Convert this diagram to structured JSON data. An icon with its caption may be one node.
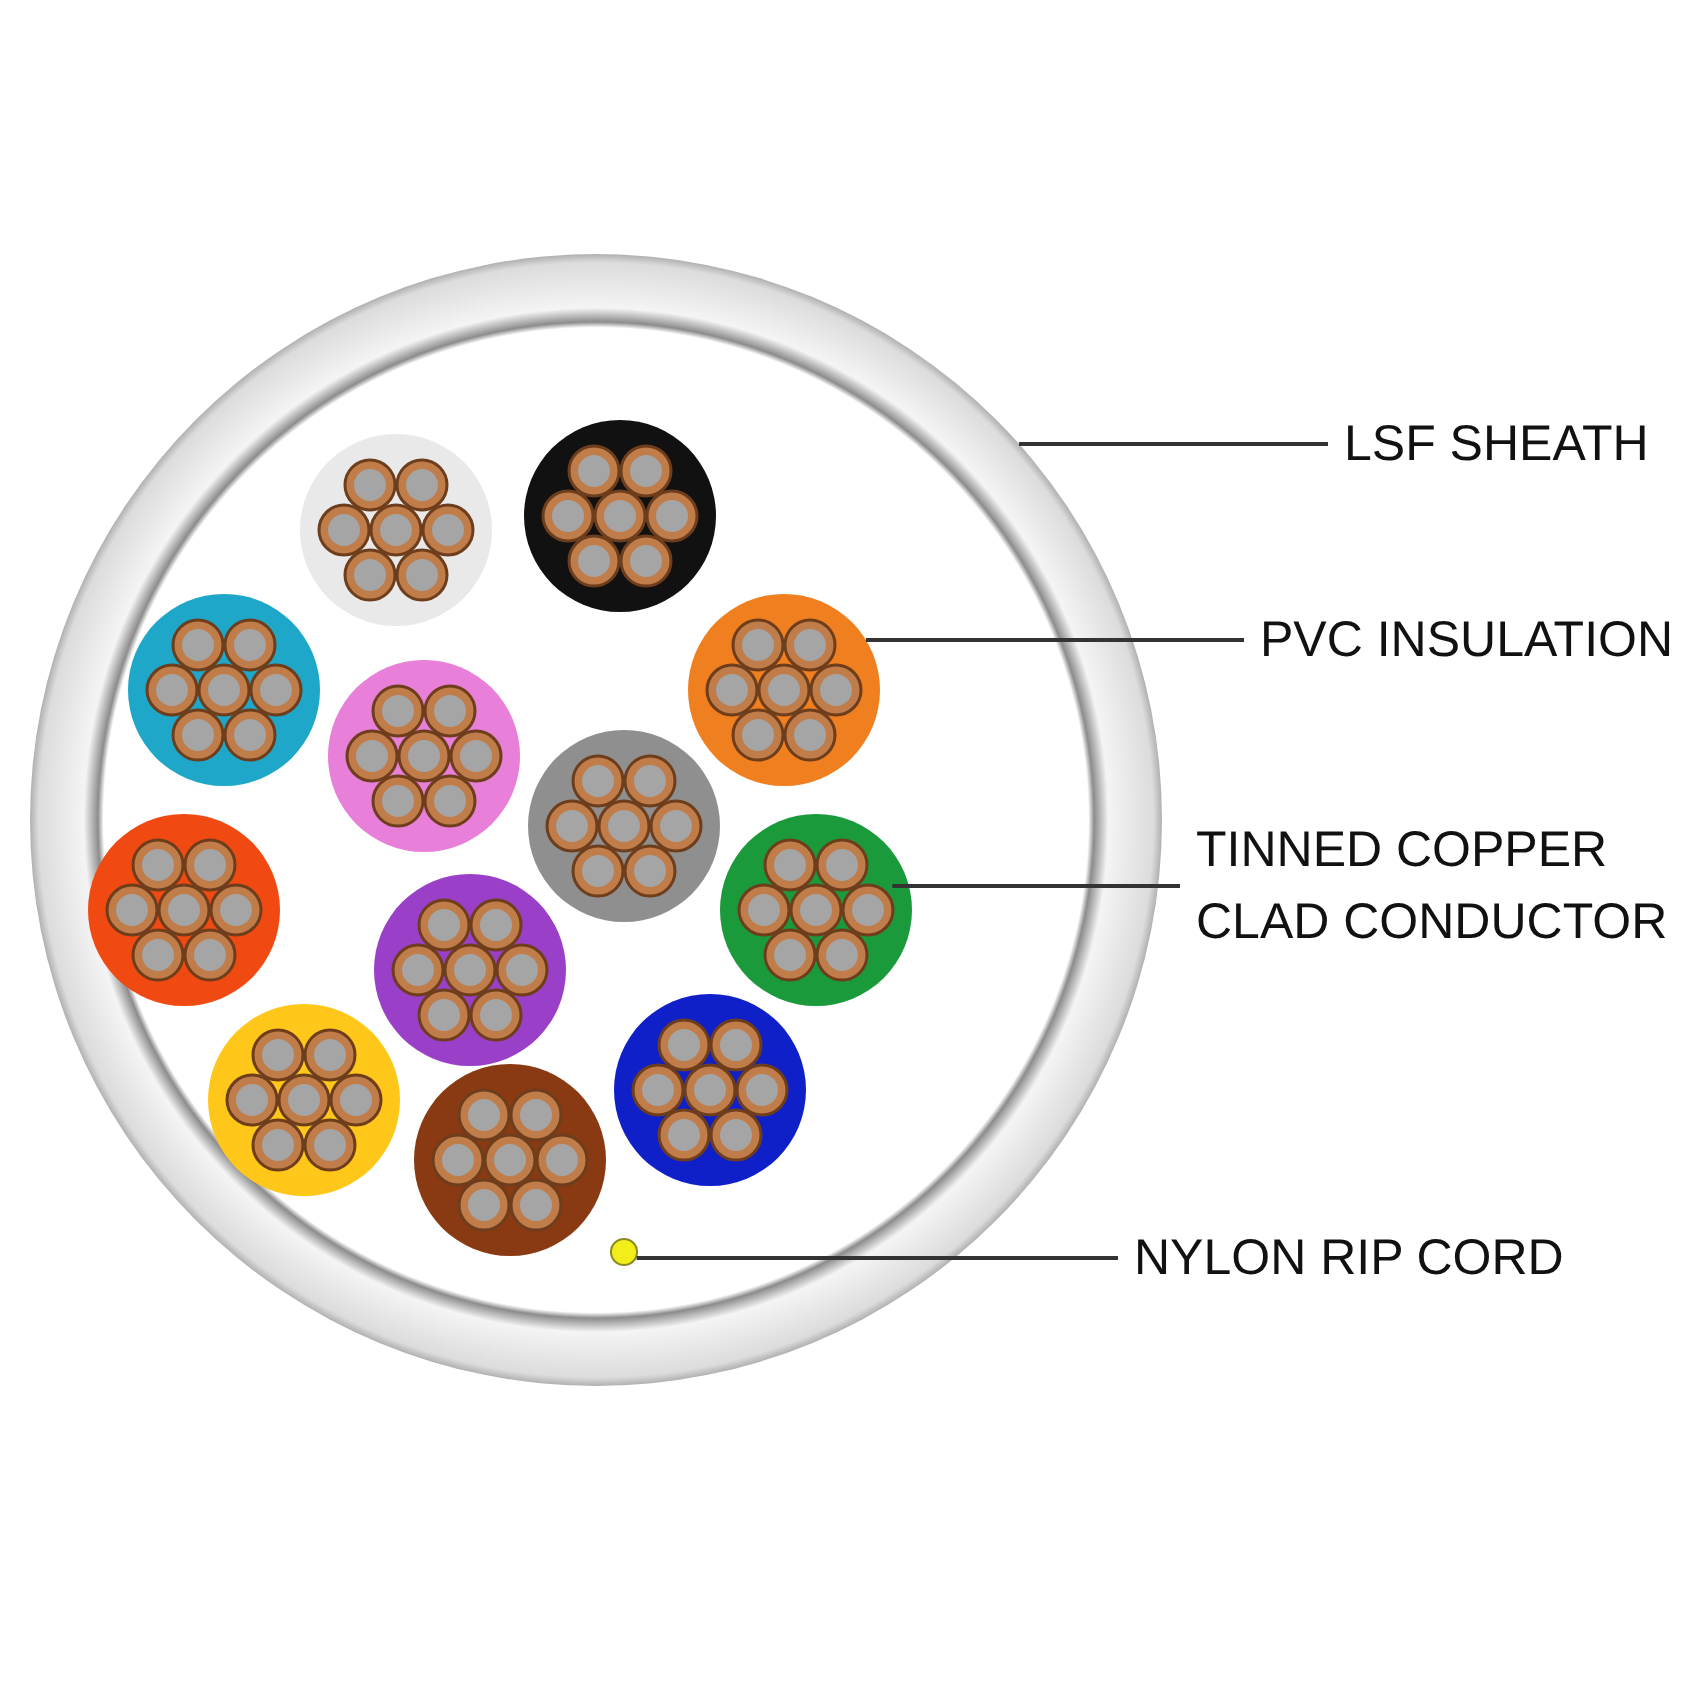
{
  "diagram": {
    "nodes": [
      {
        "text": [
          "LSF SHEATH"
        ]
      },
      {
        "text": [
          "PVC INSULATION"
        ]
      },
      {
        "text": [
          "TINNED COPPER CLAD CONDUCTOR"
        ]
      },
      {
        "text": [
          "NYLON RIP CORD"
        ]
      },
      {
        "text": [],
        "shape": "circle"
      },
      {
        "text": [],
        "shape": "circle",
        "in": 4
      },
      {
        "text": [],
        "shape": "circle",
        "in": 4
      },
      {
        "text": [],
        "shape": "circle",
        "in": 4
      }
    ],
    "edges": [
      {
        "from": 0,
        "to": 4,
        "arrow": "none"
      },
      {
        "from": 1,
        "to": 5,
        "arrow": "none"
      },
      {
        "from": 2,
        "to": 6,
        "arrow": "none"
      },
      {
        "from": 3,
        "to": 7,
        "arrow": "none"
      }
    ]
  }
}
